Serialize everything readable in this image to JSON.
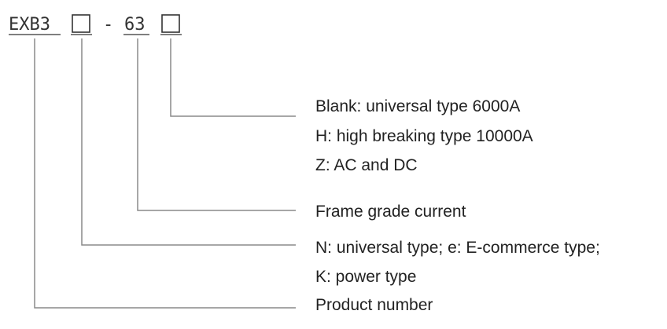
{
  "code": {
    "prefix": "EXB3",
    "dash": "-",
    "frame": "63"
  },
  "descriptions": {
    "suffix": [
      "Blank: universal type 6000A",
      "H: high breaking type 10000A",
      "Z: AC and DC"
    ],
    "frame": [
      "Frame grade current"
    ],
    "type": [
      "N: universal type; e: E-commerce type;",
      "K: power type"
    ],
    "product": [
      "Product number"
    ]
  },
  "colors": {
    "text": "#222222",
    "code_text": "#333333",
    "leader_line": "#8a8a8a"
  }
}
